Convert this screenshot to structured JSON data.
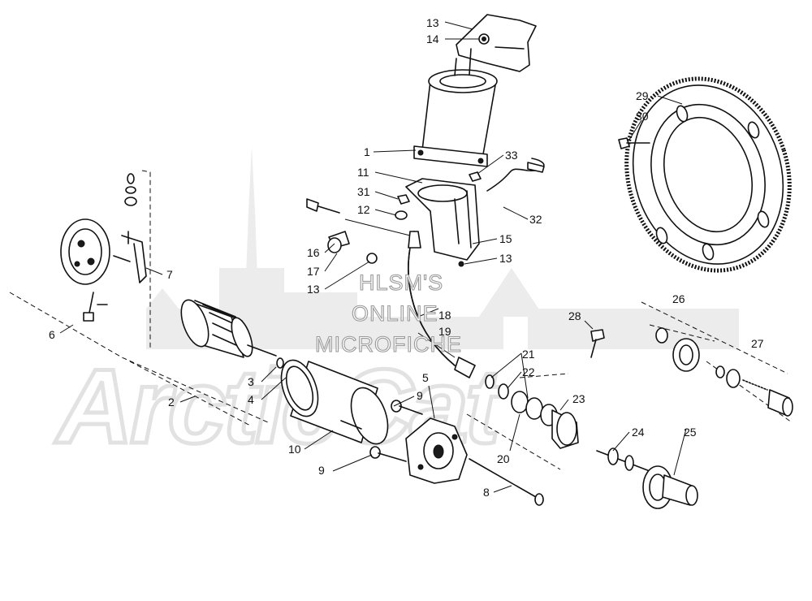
{
  "watermark": {
    "line1": "HLSM'S",
    "line2": "ONLINE",
    "line3": "MICROFICHE",
    "brand": "ArcticCat"
  },
  "callouts": [
    {
      "id": "c13a",
      "text": "13"
    },
    {
      "id": "c14",
      "text": "14"
    },
    {
      "id": "c1",
      "text": "1"
    },
    {
      "id": "c11",
      "text": "11"
    },
    {
      "id": "c31",
      "text": "31"
    },
    {
      "id": "c12",
      "text": "12"
    },
    {
      "id": "c33",
      "text": "33"
    },
    {
      "id": "c32",
      "text": "32"
    },
    {
      "id": "c15",
      "text": "15"
    },
    {
      "id": "c13b",
      "text": "13"
    },
    {
      "id": "c16",
      "text": "16"
    },
    {
      "id": "c17",
      "text": "17"
    },
    {
      "id": "c13c",
      "text": "13"
    },
    {
      "id": "c18",
      "text": "18"
    },
    {
      "id": "c19",
      "text": "19"
    },
    {
      "id": "c29",
      "text": "29"
    },
    {
      "id": "c30",
      "text": "30"
    },
    {
      "id": "c7",
      "text": "7"
    },
    {
      "id": "c6",
      "text": "6"
    },
    {
      "id": "c3",
      "text": "3"
    },
    {
      "id": "c4",
      "text": "4"
    },
    {
      "id": "c2",
      "text": "2"
    },
    {
      "id": "c10",
      "text": "10"
    },
    {
      "id": "c9a",
      "text": "9"
    },
    {
      "id": "c5",
      "text": "5"
    },
    {
      "id": "c9b",
      "text": "9"
    },
    {
      "id": "c8",
      "text": "8"
    },
    {
      "id": "c21",
      "text": "21"
    },
    {
      "id": "c22",
      "text": "22"
    },
    {
      "id": "c20",
      "text": "20"
    },
    {
      "id": "c23",
      "text": "23"
    },
    {
      "id": "c28",
      "text": "28"
    },
    {
      "id": "c24",
      "text": "24"
    },
    {
      "id": "c26",
      "text": "26"
    },
    {
      "id": "c27",
      "text": "27"
    },
    {
      "id": "c25",
      "text": "25"
    }
  ]
}
